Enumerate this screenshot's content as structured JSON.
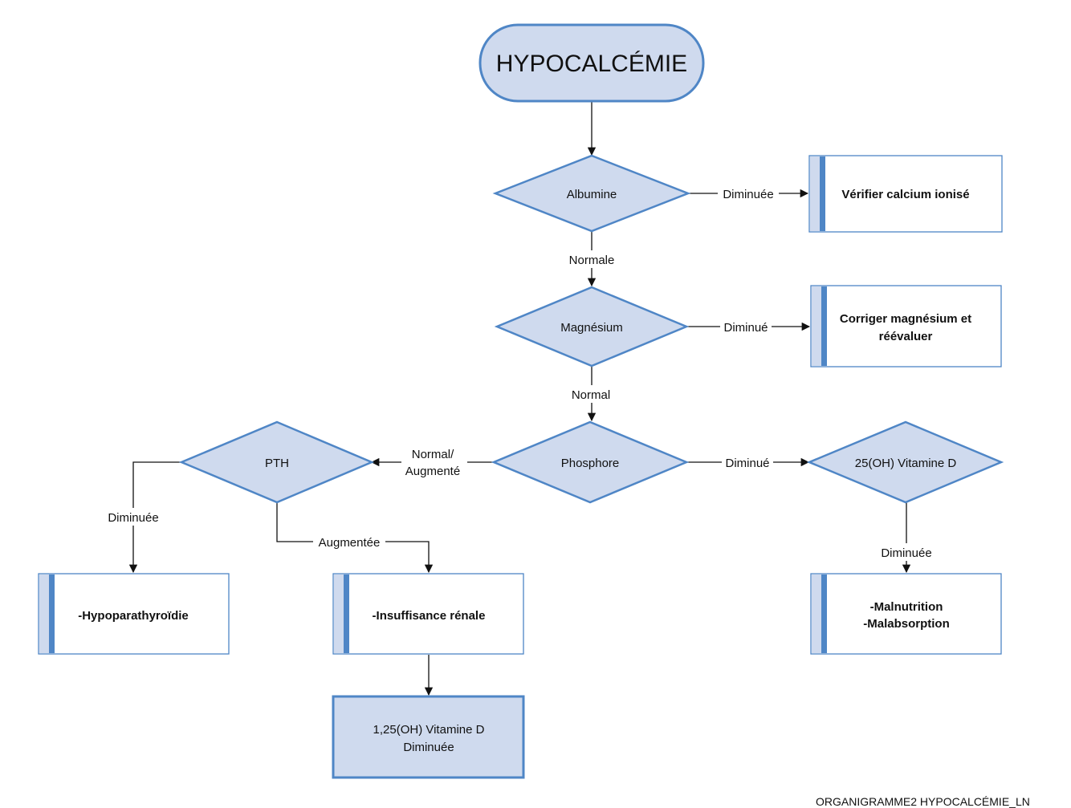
{
  "colors": {
    "fill": "#cfdaee",
    "stroke": "#4f86c6",
    "bar": "#4f86c6",
    "arrow": "#111111"
  },
  "nodes": {
    "start": {
      "label": "HYPOCALCÉMIE"
    },
    "albumine": {
      "label": "Albumine"
    },
    "magnesium": {
      "label": "Magnésium"
    },
    "phosphore": {
      "label": "Phosphore"
    },
    "pth": {
      "label": "PTH"
    },
    "vitd25": {
      "label": "25(OH) Vitamine D"
    },
    "calcium_ionise": {
      "label": "Vérifier calcium ionisé"
    },
    "corriger_mg": {
      "line1": "Corriger magnésium et",
      "line2": "réévaluer"
    },
    "hypoparathyroidie": {
      "label": "-Hypoparathyroïdie"
    },
    "insuffisance_renale": {
      "label": "-Insuffisance rénale"
    },
    "malnutrition": {
      "line1": "-Malnutrition",
      "line2": "-Malabsorption"
    },
    "vitd125": {
      "line1": "1,25(OH) Vitamine D",
      "line2": "Diminuée"
    }
  },
  "edges": {
    "albumine_diminuee": "Diminuée",
    "albumine_normale": "Normale",
    "magnesium_diminue": "Diminué",
    "magnesium_normal": "Normal",
    "phosphore_normal_line1": "Normal/",
    "phosphore_normal_line2": "Augmenté",
    "phosphore_diminue": "Diminué",
    "pth_diminuee": "Diminuée",
    "pth_augmentee": "Augmentée",
    "vitd_diminuee": "Diminuée"
  },
  "footer": {
    "text": "ORGANIGRAMME2 HYPOCALCÉMIE_LN"
  }
}
